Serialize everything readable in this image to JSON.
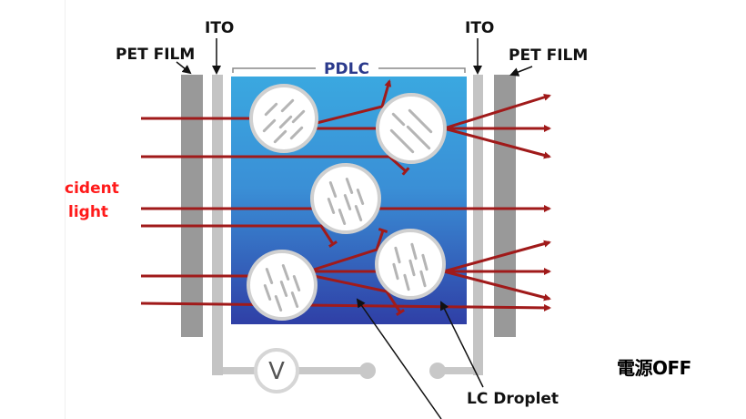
{
  "labels": {
    "pet_film_left": "PET FILM",
    "ito_left": "ITO",
    "pdlc": "PDLC",
    "ito_right": "ITO",
    "pet_film_right": "PET FILM",
    "incident_line1": "cident",
    "incident_line2": "light",
    "voltage": "V",
    "lc_droplet": "LC Droplet",
    "state_caption": "電源OFF"
  },
  "colors": {
    "ray": "#a01a1a",
    "incident_text": "#ff1a1a",
    "pdlc_label": "#2b3a8c",
    "pdlc_top": "#3aa8e0",
    "pdlc_bottom": "#2f3fa6",
    "pet_film": "#999999",
    "ito": "#c4c4c4",
    "circuit": "#c8c8c8",
    "droplet_fill": "#ffffff",
    "droplet_edge": "#d0d0d0",
    "lc_molecule": "#b5b5b5"
  },
  "state": "power-off"
}
